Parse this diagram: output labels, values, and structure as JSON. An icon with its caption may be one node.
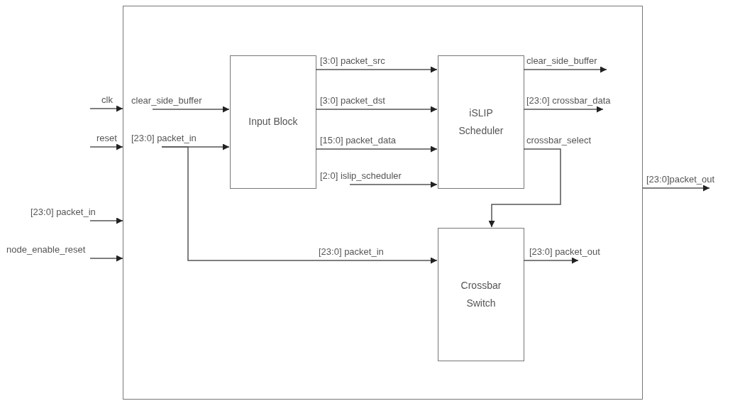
{
  "diagram": {
    "nodes": [
      {
        "text": [],
        "shape": "box"
      },
      {
        "text": [
          "Input Block"
        ],
        "in": 0
      },
      {
        "text": [
          "iSLIP Scheduler"
        ],
        "in": 0
      },
      {
        "text": [
          "Crossbar Switch"
        ],
        "in": 0
      }
    ],
    "edges": [
      {
        "from": null,
        "to": 0,
        "arrow": "to",
        "label": "clk"
      },
      {
        "from": null,
        "to": 0,
        "arrow": "to",
        "label": "reset"
      },
      {
        "from": null,
        "to": 0,
        "arrow": "to",
        "label": "[23:0] packet_in"
      },
      {
        "from": null,
        "to": 0,
        "arrow": "to",
        "label": "node_enable_reset"
      },
      {
        "from": null,
        "to": 1,
        "arrow": "to",
        "label": "clear_side_buffer"
      },
      {
        "from": null,
        "to": 1,
        "arrow": "to",
        "label": "[23:0] packet_in"
      },
      {
        "from": null,
        "to": 3,
        "arrow": "to",
        "label": "[23:0] packet_in"
      },
      {
        "from": 1,
        "to": 2,
        "arrow": "to",
        "label": "[3:0] packet_src"
      },
      {
        "from": 1,
        "to": 2,
        "arrow": "to",
        "label": "[3:0] packet_dst"
      },
      {
        "from": 1,
        "to": 2,
        "arrow": "to",
        "label": "[15:0] packet_data"
      },
      {
        "from": null,
        "to": 2,
        "arrow": "to",
        "label": "[2:0] islip_scheduler"
      },
      {
        "from": 2,
        "to": null,
        "arrow": "to",
        "label": "clear_side_buffer"
      },
      {
        "from": 2,
        "to": null,
        "arrow": "to",
        "label": "[23:0] crossbar_data"
      },
      {
        "from": 2,
        "to": 3,
        "arrow": "to",
        "label": "crossbar_select"
      },
      {
        "from": 3,
        "to": null,
        "arrow": "to",
        "label": "[23:0] packet_out"
      },
      {
        "from": 0,
        "to": null,
        "arrow": "to",
        "label": "[23:0]packet_out"
      }
    ]
  }
}
